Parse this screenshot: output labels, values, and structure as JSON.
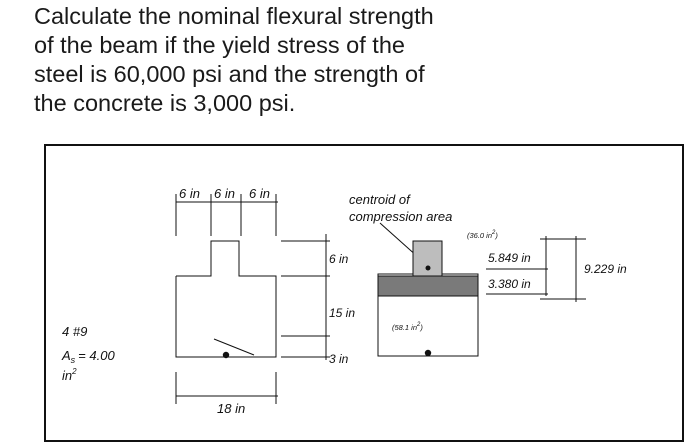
{
  "question": {
    "lines": [
      "Calculate the nominal flexural strength",
      "of the beam if the yield stress of the",
      "steel is 60,000 psi and the strength of",
      "the concrete is 3,000 psi."
    ]
  },
  "figure": {
    "top_dims": [
      "6 in",
      "6 in",
      "6 in"
    ],
    "width_dim": "18 in",
    "rebar_label": "4 #9",
    "as_prefix": "A",
    "as_sub": "s",
    "as_value": "= 4.00",
    "as_unit": "in",
    "as_unit_exp": "2",
    "side_dims": [
      "6 in",
      "15 in",
      "3 in"
    ],
    "centroid_label_1": "centroid of",
    "centroid_label_2": "compression area",
    "area_top_value": "(36.0 in",
    "area_top_exp": "2",
    "area_top_close": ")",
    "area_bottom_value": "(58.1 in",
    "area_bottom_exp": "2",
    "area_bottom_close": ")",
    "right_dims": [
      "5.849 in",
      "3.380 in",
      "9.229 in"
    ],
    "colors": {
      "flange_fill": "#7a7a7a",
      "web_fill": "#bdbdbd",
      "line": "#111111"
    }
  }
}
